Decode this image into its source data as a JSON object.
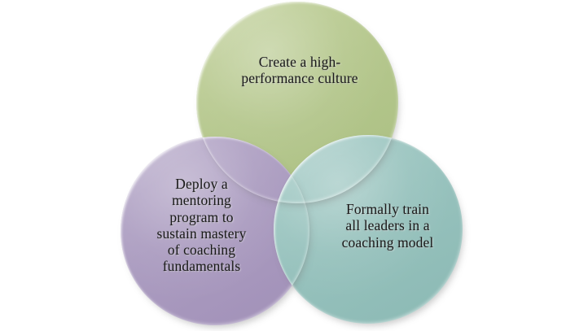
{
  "diagram": {
    "type": "venn",
    "set_count": 3,
    "background_color": "#ffffff",
    "circles": [
      {
        "id": "top",
        "position": "top",
        "label": "Create a high-\nperformance culture",
        "color": "#b5c78d",
        "color_name": "sage-green"
      },
      {
        "id": "left",
        "position": "bottom-left",
        "label": "Deploy a\nmentoring\nprogram to\nsustain mastery\nof coaching\nfundamentals",
        "color": "#ab9cc0",
        "color_name": "muted-purple"
      },
      {
        "id": "right",
        "position": "bottom-right",
        "label": "Formally train\nall leaders in a\ncoaching model",
        "color": "#97c2bd",
        "color_name": "teal"
      }
    ],
    "overlap_colors": {
      "top_left": "#8e8692",
      "top_right": "#76a582",
      "left_right": "#78769a",
      "center": "#797e9c"
    }
  }
}
